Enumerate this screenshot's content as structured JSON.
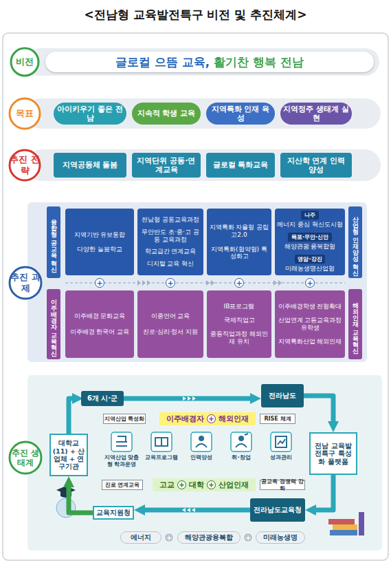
{
  "diagram": {
    "title": "<전남형 교육발전특구 비전 및 추진체계>",
    "nodes": [
      {
        "text": [
          "비전"
        ]
      },
      {
        "text": [
          "글로컬 으뜸 교육, 활기찬 행복 전남"
        ]
      },
      {
        "text": [
          "목표"
        ]
      },
      {
        "text": [
          "아이키우기 좋은 전남"
        ]
      },
      {
        "text": [
          "지속적 학생 교육"
        ]
      },
      {
        "text": [
          "지역특화 인재 육성"
        ]
      },
      {
        "text": [
          "지역정주 생태계 실현"
        ]
      },
      {
        "text": [
          "추진 전략"
        ]
      },
      {
        "text": [
          "지역공동체 돌봄"
        ]
      },
      {
        "text": [
          "지역단위 공동·연계교육"
        ]
      },
      {
        "text": [
          "글로컬 특화교육"
        ]
      },
      {
        "text": [
          "지산학 연계 인력 양성"
        ]
      },
      {
        "text": [
          "추진 과제"
        ]
      },
      {
        "text": [
          "융합형 공교육 혁신"
        ]
      },
      {
        "text": [
          "지역기반 유보통합",
          "다양한 늘봄학교"
        ]
      },
      {
        "text": [
          "전남형 공동교육과정",
          "무안반도 초·중·고 공동 교육과정",
          "학교급간 연계교육",
          "디지털 교육 혁신"
        ]
      },
      {
        "text": [
          "지역특화 자율형 공립고2.0",
          "지역특화(협약형) 특성화고"
        ]
      },
      {
        "text": [
          "에너지 중심 혁신도시형",
          "해양관광 융복합형",
          "미래농생명산업형"
        ]
      },
      {
        "text": [
          "나주"
        ],
        "in": 17
      },
      {
        "text": [
          "목포·무안·신안"
        ],
        "in": 17
      },
      {
        "text": [
          "영암·강진"
        ],
        "in": 17
      },
      {
        "text": [
          "산업형 인재양성 혁신"
        ]
      },
      {
        "text": [
          "이주배경자 교육혁신"
        ]
      },
      {
        "text": [
          "이주배경 문화교육",
          "이주배경 한국어 교육"
        ]
      },
      {
        "text": [
          "이중언어 교육",
          "진로·심리·정서 지원"
        ]
      },
      {
        "text": [
          "IB프로그램",
          "국제직업고",
          "중등직업과정 해외인재 유치"
        ]
      },
      {
        "text": [
          "이주배경학생 전형확대",
          "산업연계 고등교육과정 유학생",
          "지역특화산업 해외인재"
        ]
      },
      {
        "text": [
          "해외인재 교육혁신"
        ]
      },
      {
        "text": [
          "추진 생태계"
        ]
      },
      {
        "text": [
          "6개 시·군"
        ]
      },
      {
        "text": [
          "전라남도"
        ]
      },
      {
        "text": [
          "지역산업 특성화"
        ]
      },
      {
        "text": [
          "이주배경자",
          "+",
          "해외인재"
        ]
      },
      {
        "text": [
          "RISE 체계"
        ]
      },
      {
        "text": [
          "대학교(11) + 산업체 + 연구기관"
        ]
      },
      {
        "text": [
          "전남 교육발전특구 특성화 플랫폼"
        ]
      },
      {
        "text": [
          "지역산업 맞춤형 학과운영"
        ]
      },
      {
        "text": [
          "교육프로그램"
        ]
      },
      {
        "text": [
          "인력양성"
        ]
      },
      {
        "text": [
          "취·창업"
        ]
      },
      {
        "text": [
          "성과관리"
        ]
      },
      {
        "text": [
          "진로 연계교육"
        ]
      },
      {
        "text": [
          "고교",
          "+",
          "대학",
          "+",
          "산업인재"
        ]
      },
      {
        "text": [
          "공교육 경쟁력 강화"
        ]
      },
      {
        "text": [
          "교육지원청"
        ]
      },
      {
        "text": [
          "전라남도교육청"
        ]
      },
      {
        "text": [
          "에너지"
        ]
      },
      {
        "text": [
          "해양관광융복합"
        ]
      },
      {
        "text": [
          "미래농생명"
        ]
      }
    ],
    "edges": [
      {
        "from": 29,
        "to": 30,
        "arrow": "to"
      },
      {
        "from": 30,
        "to": 35,
        "arrow": "to"
      },
      {
        "from": 35,
        "to": 45,
        "arrow": "to"
      },
      {
        "from": 45,
        "to": 44,
        "arrow": "to"
      },
      {
        "from": 44,
        "to": 34,
        "arrow": "to"
      },
      {
        "from": 34,
        "to": 29,
        "arrow": "to"
      }
    ],
    "labels": [
      "+",
      "+",
      "+",
      "+",
      "+",
      "+"
    ]
  }
}
